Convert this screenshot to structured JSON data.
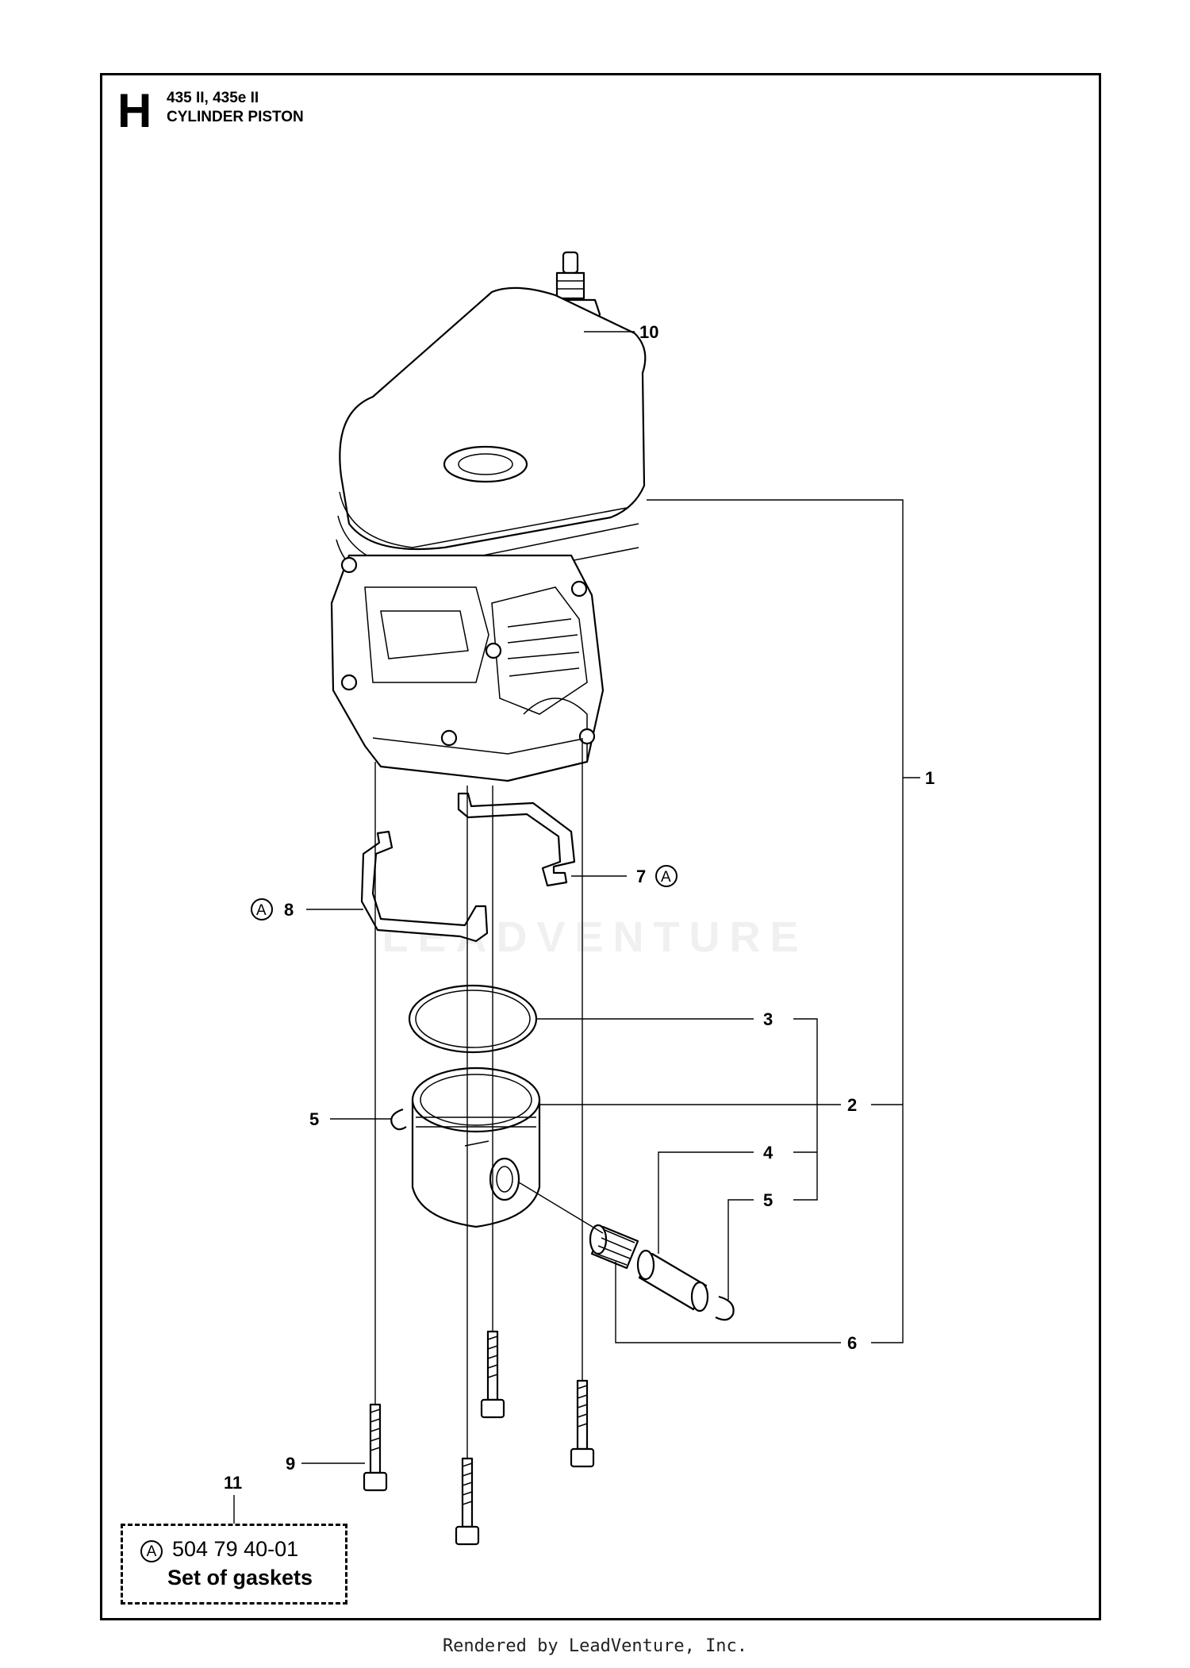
{
  "header": {
    "section_letter": "H",
    "model_line": "435 II, 435e II",
    "title": "CYLINDER PISTON"
  },
  "callouts": {
    "c1": "1",
    "c2": "2",
    "c3": "3",
    "c4": "4",
    "c5a": "5",
    "c5b": "5",
    "c6": "6",
    "c7": "7",
    "c8": "8",
    "c9": "9",
    "c10": "10",
    "c11": "11",
    "a7": "A",
    "a8": "A"
  },
  "gasket_set": {
    "marker": "A",
    "code": "504 79 40-01",
    "description": "Set of gaskets"
  },
  "watermark": "LEADVENTURE",
  "footer": "Rendered by LeadVenture, Inc."
}
